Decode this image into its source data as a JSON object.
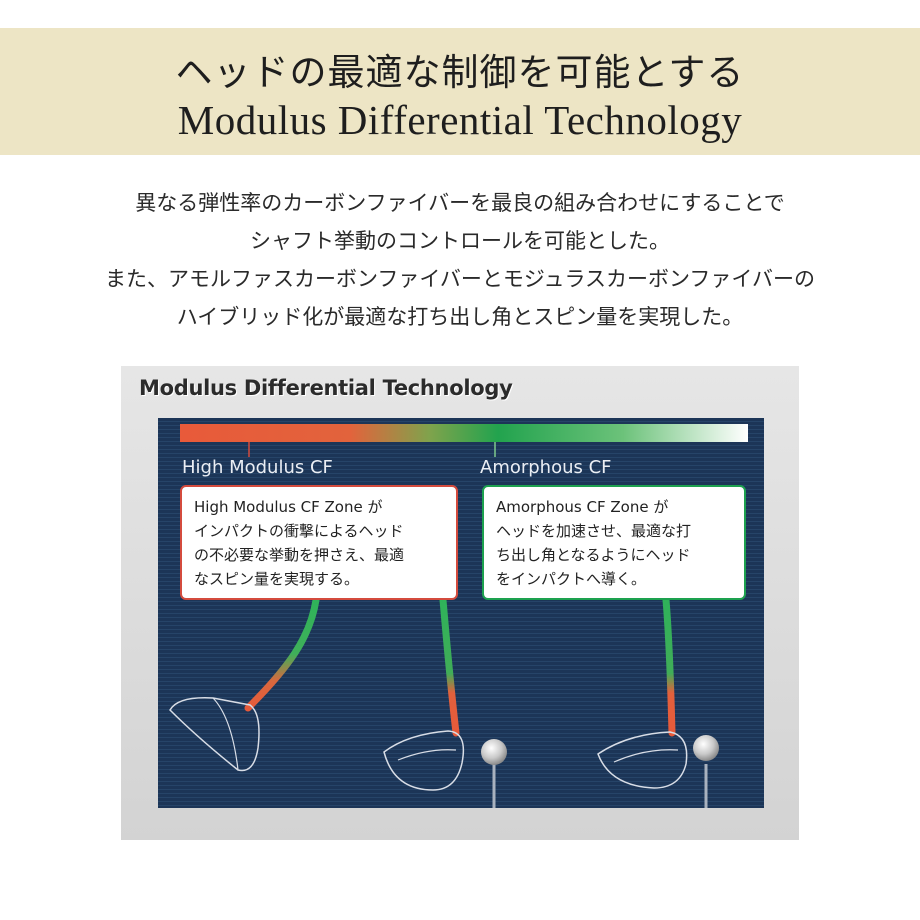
{
  "header": {
    "title_jp": "ヘッドの最適な制御を可能とする",
    "title_en": "Modulus Differential Technology"
  },
  "description": {
    "lines": [
      "異なる弾性率のカーボンファイバーを最良の組み合わせにすることで",
      "シャフト挙動のコントロールを可能とした。",
      "また、アモルファスカーボンファイバーとモジュラスカーボンファイバーの",
      "ハイブリッド化が最適な打ち出し角とスピン量を実現した。"
    ]
  },
  "figure": {
    "title": "Modulus Differential Technology",
    "zones": [
      {
        "label": "High Modulus CF",
        "callout": [
          "High Modulus CF Zone が",
          "インパクトの衝撃によるヘッド",
          "の不必要な挙動を押さえ、最適",
          "なスピン量を実現する。"
        ],
        "color": "#d44b3d"
      },
      {
        "label": "Amorphous CF",
        "callout": [
          "Amorphous CF Zone が",
          "ヘッドを加速させ、最適な打",
          "ち出し角となるようにヘッド",
          "をインパクトへ導く。"
        ],
        "color": "#1da14f"
      }
    ],
    "colors": {
      "panel": "#1c3557",
      "high_modulus": "#e85a3a",
      "amorphous": "#22a34e",
      "figure_bg": "#dcdcdc"
    },
    "icons": [
      "golf-club-head-icon",
      "golf-ball-icon",
      "golf-tee-icon"
    ]
  }
}
